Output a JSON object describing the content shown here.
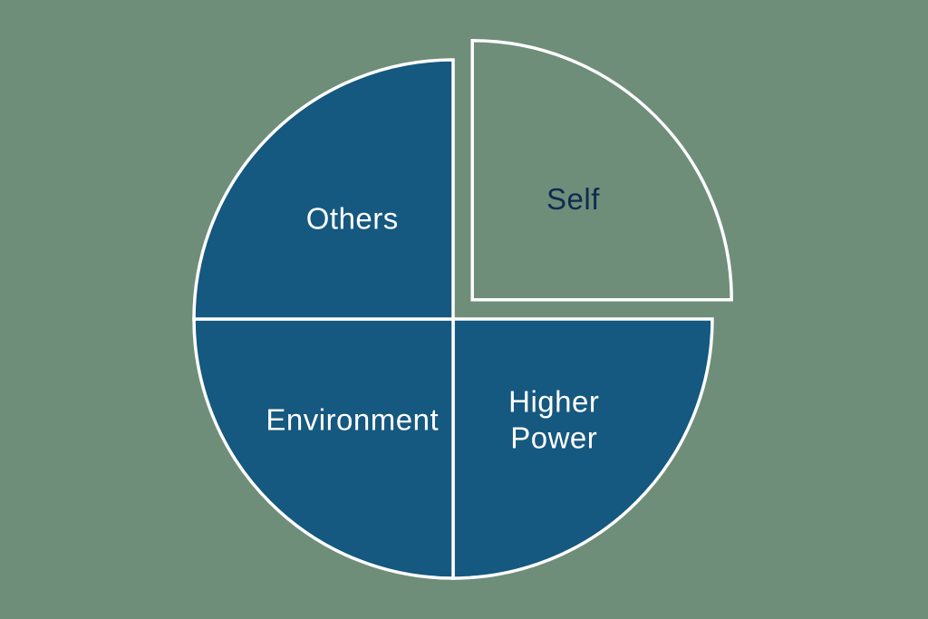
{
  "background_color": "#6e8e7a",
  "chart_data": {
    "type": "pie",
    "title": "",
    "legend": "none",
    "start_angle_deg": 0,
    "direction": "clockwise",
    "categories": [
      "Self",
      "Higher Power",
      "Environment",
      "Others"
    ],
    "values": [
      25,
      25,
      25,
      25
    ],
    "slices": [
      {
        "label": "Self",
        "lines": [
          "Self"
        ],
        "value": 25,
        "fill": "none",
        "stroke": "#ffffff",
        "label_color": "#0e2b50",
        "exploded": true
      },
      {
        "label": "Higher Power",
        "lines": [
          "Higher",
          "Power"
        ],
        "value": 25,
        "fill": "#155880",
        "stroke": "#ffffff",
        "label_color": "#ffffff",
        "exploded": false
      },
      {
        "label": "Environment",
        "lines": [
          "Environment"
        ],
        "value": 25,
        "fill": "#155880",
        "stroke": "#ffffff",
        "label_color": "#ffffff",
        "exploded": false
      },
      {
        "label": "Others",
        "lines": [
          "Others"
        ],
        "value": 25,
        "fill": "#155880",
        "stroke": "#ffffff",
        "label_color": "#ffffff",
        "exploded": false
      }
    ]
  }
}
